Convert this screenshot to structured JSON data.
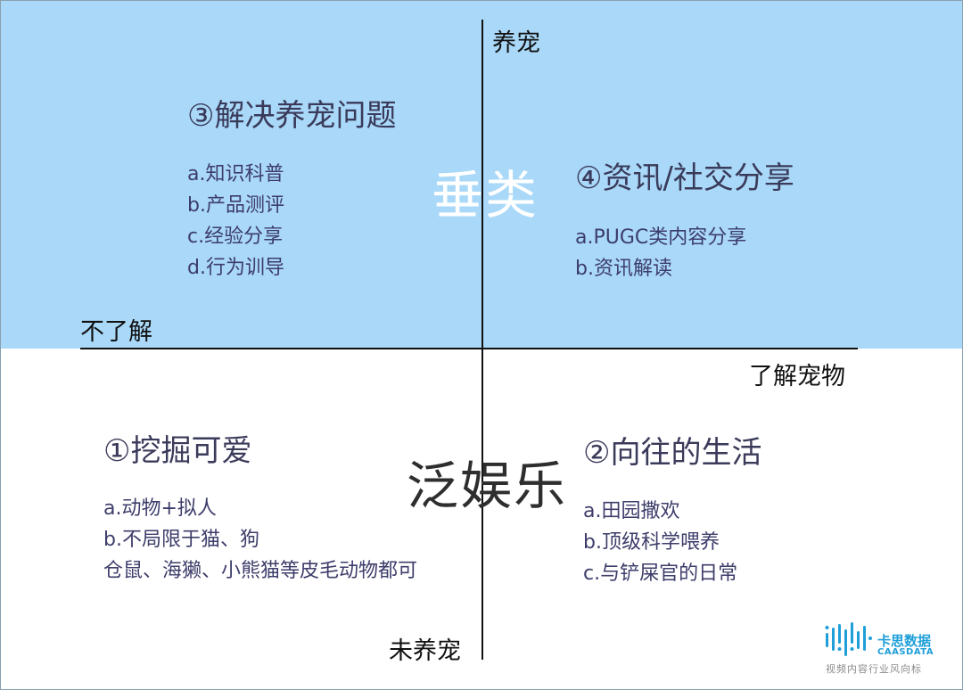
{
  "axes": {
    "top": "养宠",
    "bottom": "未养宠",
    "left": "不了解",
    "right": "了解宠物"
  },
  "zones": {
    "vertical": "垂类",
    "entertainment": "泛娱乐"
  },
  "quadrants": {
    "q3": {
      "title": "③解决养宠问题",
      "items": [
        "a.知识科普",
        "b.产品测评",
        "c.经验分享",
        "d.行为训导"
      ]
    },
    "q4": {
      "title": "④资讯/社交分享",
      "items": [
        "a.PUGC类内容分享",
        "b.资讯解读"
      ]
    },
    "q1": {
      "title": "①挖掘可爱",
      "items": [
        "a.动物+拟人",
        "b.不局限于猫、狗",
        "仓鼠、海獭、小熊猫等皮毛动物都可"
      ]
    },
    "q2": {
      "title": "②向往的生活",
      "items": [
        "a.田园撒欢",
        "b.顶级科学喂养",
        "c.与铲屎官的日常"
      ]
    }
  },
  "logo": {
    "name": "卡思数据",
    "latin": "CAASDATA",
    "tagline": "视频内容行业风向标"
  },
  "colors": {
    "top_band": "#a9d8f8",
    "list_text": "#3d3d6b",
    "brand": "#1e9fd8"
  }
}
